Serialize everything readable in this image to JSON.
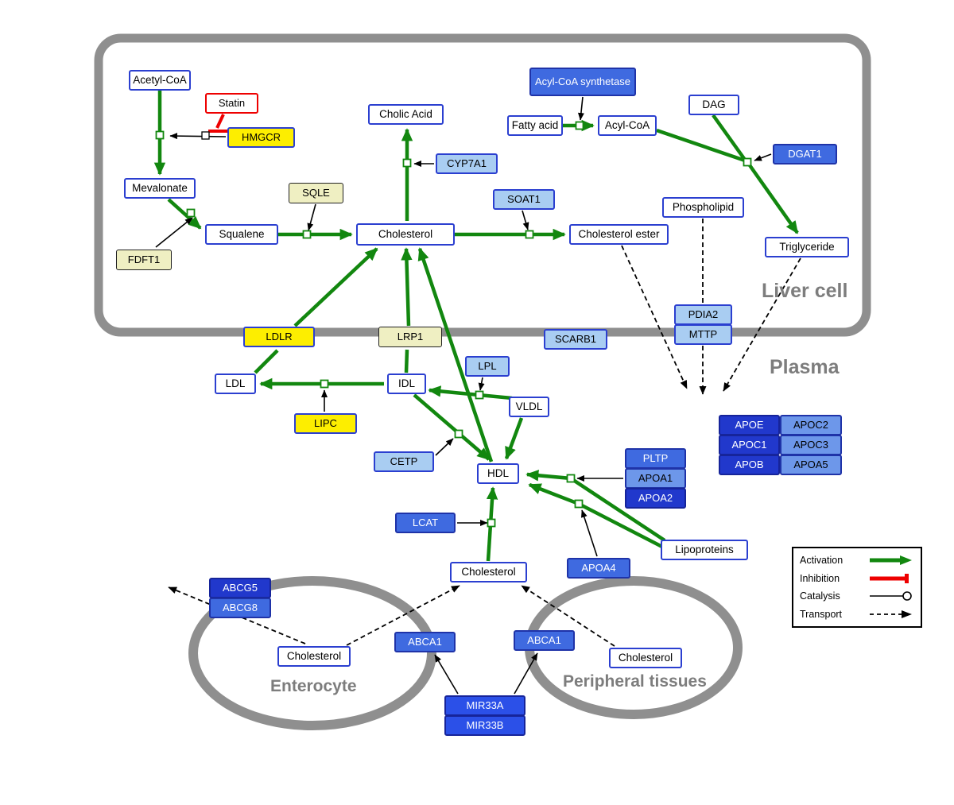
{
  "regions": {
    "liver_cell": {
      "label": "Liver cell"
    },
    "plasma": {
      "label": "Plasma"
    },
    "enterocyte": {
      "label": "Enterocyte"
    },
    "peripheral_tissues": {
      "label": "Peripheral tissues"
    }
  },
  "nodes": {
    "acetyl_coa": "Acetyl-CoA",
    "statin": "Statin",
    "hmgcr": "HMGCR",
    "mevalonate": "Mevalonate",
    "fdft1": "FDFT1",
    "squalene": "Squalene",
    "sqle": "SQLE",
    "cholesterol_liver": "Cholesterol",
    "cholic_acid": "Cholic Acid",
    "cyp7a1": "CYP7A1",
    "soat1": "SOAT1",
    "cholesterol_ester": "Cholesterol ester",
    "acyl_coa_synthetase": "Acyl-CoA synthetase",
    "fatty_acid": "Fatty acid",
    "acyl_coa": "Acyl-CoA",
    "dag": "DAG",
    "dgat1": "DGAT1",
    "phospholipid": "Phospholipid",
    "triglyceride": "Triglyceride",
    "ldlr": "LDLR",
    "lrp1": "LRP1",
    "scarb1": "SCARB1",
    "pdia2": "PDIA2",
    "mttp": "MTTP",
    "ldl": "LDL",
    "idl": "IDL",
    "lpl": "LPL",
    "vldl": "VLDL",
    "lipc": "LIPC",
    "cetp": "CETP",
    "hdl": "HDL",
    "lcat": "LCAT",
    "pltp": "PLTP",
    "apoa1": "APOA1",
    "apoa2": "APOA2",
    "apoe": "APOE",
    "apoc2": "APOC2",
    "apoc1": "APOC1",
    "apoc3": "APOC3",
    "apob": "APOB",
    "apoa5": "APOA5",
    "apoa4": "APOA4",
    "lipoproteins": "Lipoproteins",
    "cholesterol_plasma": "Cholesterol",
    "abcg5": "ABCG5",
    "abcg8": "ABCG8",
    "cholesterol_enterocyte": "Cholesterol",
    "abca1_enterocyte": "ABCA1",
    "abca1_peripheral": "ABCA1",
    "cholesterol_peripheral": "Cholesterol",
    "mir33a": "MIR33A",
    "mir33b": "MIR33B"
  },
  "legend": {
    "items": [
      {
        "label": "Activation",
        "type": "activation"
      },
      {
        "label": "Inhibition",
        "type": "inhibition"
      },
      {
        "label": "Catalysis",
        "type": "catalysis"
      },
      {
        "label": "Transport",
        "type": "transport"
      }
    ]
  },
  "interactions": [
    {
      "source": "Acetyl-CoA",
      "target": "Mevalonate",
      "type": "activation",
      "catalysis": "HMGCR",
      "inhibition": "Statin"
    },
    {
      "source": "Mevalonate",
      "target": "Squalene",
      "type": "activation",
      "catalysis": "FDFT1"
    },
    {
      "source": "Squalene",
      "target": "Cholesterol",
      "type": "activation",
      "catalysis": "SQLE"
    },
    {
      "source": "Cholesterol",
      "target": "Cholic Acid",
      "type": "activation",
      "catalysis": "CYP7A1"
    },
    {
      "source": "Cholesterol",
      "target": "Cholesterol ester",
      "type": "activation",
      "catalysis": "SOAT1"
    },
    {
      "source": "Fatty acid",
      "target": "Acyl-CoA",
      "type": "activation",
      "catalysis": "Acyl-CoA synthetase"
    },
    {
      "source": "Acyl-CoA",
      "target": "Triglyceride",
      "type": "activation",
      "catalysis": "DGAT1"
    },
    {
      "source": "DAG",
      "target": "Triglyceride",
      "type": "activation",
      "catalysis": "DGAT1"
    },
    {
      "source": "Cholesterol ester",
      "target": "Plasma",
      "type": "transport"
    },
    {
      "source": "Phospholipid",
      "target": "Plasma",
      "type": "transport",
      "via": "PDIA2 / MTTP"
    },
    {
      "source": "Triglyceride",
      "target": "Plasma",
      "type": "transport"
    },
    {
      "source": "LDL",
      "target": "Cholesterol",
      "type": "activation",
      "via": "LDLR"
    },
    {
      "source": "IDL",
      "target": "Cholesterol",
      "type": "activation",
      "via": "LRP1"
    },
    {
      "source": "HDL",
      "target": "Cholesterol",
      "type": "activation",
      "via": "SCARB1"
    },
    {
      "source": "IDL",
      "target": "LDL",
      "type": "activation",
      "catalysis": "LIPC"
    },
    {
      "source": "VLDL",
      "target": "IDL",
      "type": "activation",
      "catalysis": "LPL"
    },
    {
      "source": "IDL",
      "target": "HDL",
      "type": "activation",
      "catalysis": "CETP"
    },
    {
      "source": "VLDL",
      "target": "HDL",
      "type": "activation"
    },
    {
      "source": "Cholesterol",
      "target": "HDL",
      "type": "activation",
      "catalysis": "LCAT"
    },
    {
      "source": "Lipoproteins",
      "target": "HDL",
      "type": "activation",
      "catalysis": "PLTP / APOA1 / APOA2"
    },
    {
      "source": "Lipoproteins",
      "target": "HDL",
      "type": "activation",
      "catalysis": "APOA4"
    },
    {
      "source": "Cholesterol (enterocyte)",
      "type": "transport",
      "via": "ABCG5 / ABCG8"
    },
    {
      "source": "Cholesterol (enterocyte)",
      "target": "Cholesterol (plasma)",
      "type": "transport",
      "via": "ABCA1"
    },
    {
      "source": "Cholesterol (peripheral tissues)",
      "target": "Cholesterol (plasma)",
      "type": "transport",
      "via": "ABCA1"
    },
    {
      "source": "MIR33A",
      "target": "ABCA1",
      "type": "catalysis"
    },
    {
      "source": "MIR33B",
      "target": "ABCA1",
      "type": "catalysis"
    }
  ],
  "colors": {
    "activation": "#12870f",
    "inhibition": "#ee0000",
    "catalysis": "#000000",
    "transport": "#000000",
    "membrane": "#8f8f8f",
    "metabolite_border": "#2b3fd0",
    "yellow_fill": "#fdee00",
    "pale_yellow_fill": "#efefc2",
    "light_blue_fill": "#a9cdf2",
    "lighter_blue_fill": "#6d97ea",
    "medium_blue_fill": "#3f6ae0",
    "dark_blue_fill": "#2138cc"
  }
}
